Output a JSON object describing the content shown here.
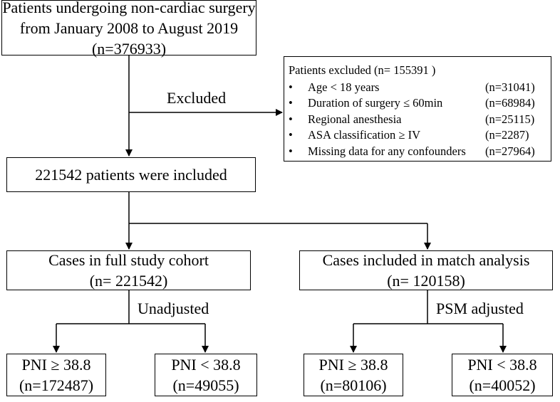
{
  "top_box": {
    "line1": "Patients undergoing non-cardiac surgery",
    "line2": "from January 2008 to August 2019",
    "line3": "(n=376933)"
  },
  "excluded_label": "Excluded",
  "excluded_box": {
    "title": "Patients excluded (n= 155391 )",
    "bullet": "•",
    "items": [
      {
        "reason": "Age < 18 years",
        "count": "(n=31041)"
      },
      {
        "reason": "Duration of surgery ≤ 60min",
        "count": "(n=68984)"
      },
      {
        "reason": "Regional anesthesia",
        "count": "(n=25115)"
      },
      {
        "reason": "ASA classification ≥ IV",
        "count": "(n=2287)"
      },
      {
        "reason": "Missing data for any confounders",
        "count": "(n=27964)"
      }
    ]
  },
  "included_box": {
    "text": "221542 patients were included"
  },
  "full_cohort_box": {
    "line1": "Cases in full study cohort",
    "line2": "(n= 221542)"
  },
  "match_box": {
    "line1": "Cases included in match analysis",
    "line2": "(n= 120158)"
  },
  "unadjusted_label": "Unadjusted",
  "psm_label": "PSM adjusted",
  "pni_boxes": [
    {
      "line1": "PNI ≥ 38.8",
      "line2": "(n=172487)"
    },
    {
      "line1": "PNI < 38.8",
      "line2": "(n=49055)"
    },
    {
      "line1": "PNI ≥ 38.8",
      "line2": "(n=80106)"
    },
    {
      "line1": "PNI < 38.8",
      "line2": "(n=40052)"
    }
  ]
}
